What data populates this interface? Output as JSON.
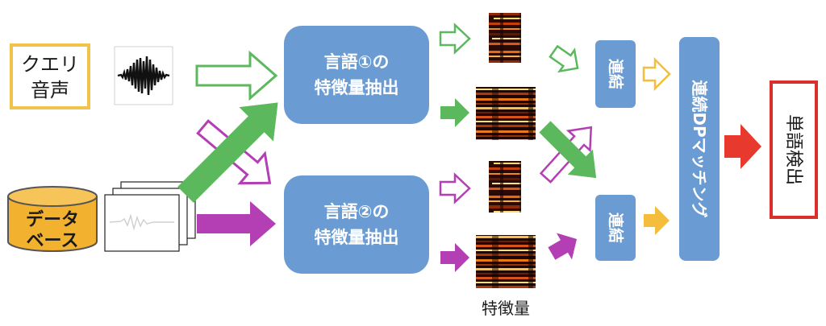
{
  "query": {
    "line1": "クエリ",
    "line2": "音声",
    "border_color": "#f2c34a"
  },
  "database": {
    "line1": "データ",
    "line2": "ベース",
    "fill": "#f2b12e"
  },
  "extractor1": {
    "line1": "言語①の",
    "line2": "特徴量抽出"
  },
  "extractor2": {
    "line1": "言語②の",
    "line2": "特徴量抽出"
  },
  "concat_top": {
    "label": "連結"
  },
  "concat_bottom": {
    "label": "連結"
  },
  "dp_matching": {
    "label": "連続DPマッチング"
  },
  "word_detection": {
    "label": "単語検出",
    "border_color": "#d9302c"
  },
  "features_caption": "特徴量",
  "colors": {
    "box_blue": "#6a9bd2",
    "green": "#5cb85c",
    "magenta": "#b43fb4",
    "yellow": "#f4be3c",
    "red": "#e8392e"
  }
}
